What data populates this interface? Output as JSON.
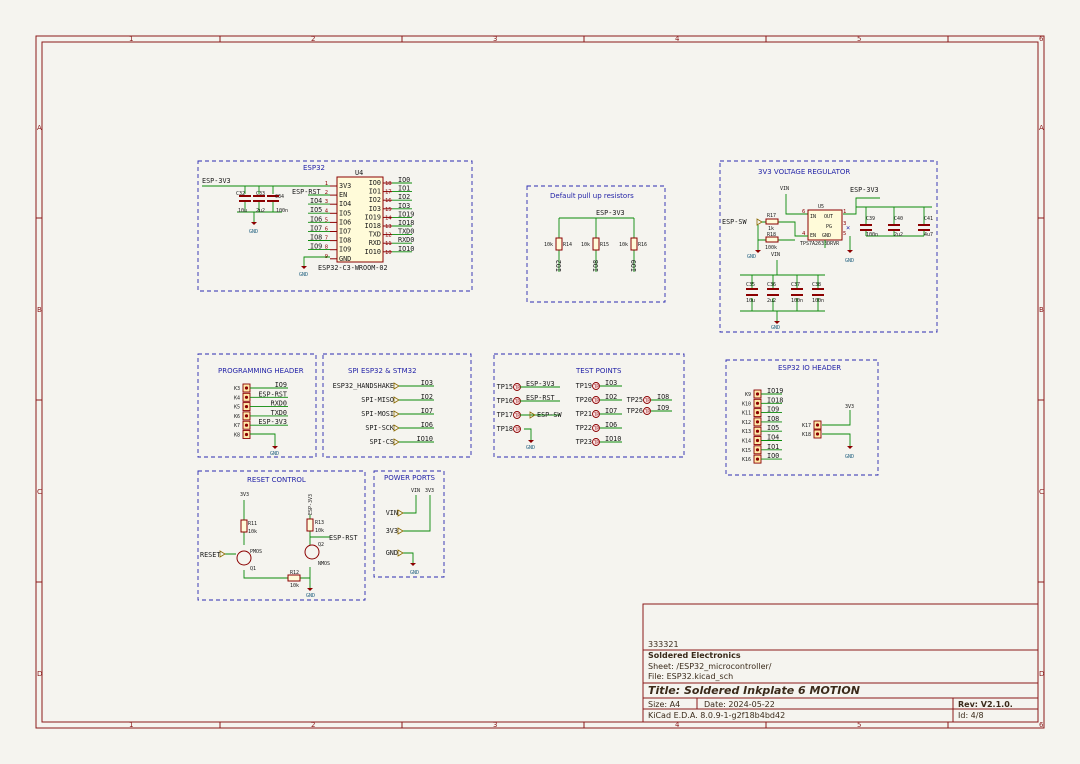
{
  "title_block": {
    "company_id": "333321",
    "company": "Soldered Electronics",
    "sheet": "Sheet: /ESP32_microcontroller/",
    "file": "File: ESP32.kicad_sch",
    "title": "Title: Soldered Inkplate 6 MOTION",
    "size": "Size: A4",
    "date": "Date: 2024-05-22",
    "rev": "Rev: V2.1.0.",
    "tool": "KiCad E.D.A. 8.0.9-1-g2f18b4bd42",
    "id": "Id: 4/8"
  },
  "grid": {
    "columns": [
      "1",
      "2",
      "3",
      "4",
      "5",
      "6"
    ],
    "rows": [
      "A",
      "B",
      "C",
      "D"
    ]
  },
  "blocks": {
    "esp32": "ESP32",
    "pullup": "Default pull up resistors",
    "regulator": "3V3 VOLTAGE REGULATOR",
    "prog": "PROGRAMMING HEADER",
    "spi": "SPI ESP32 & STM32",
    "testpoints": "TEST POINTS",
    "ioheader": "ESP32 IO HEADER",
    "reset": "RESET CONTROL",
    "power": "POWER PORTS"
  },
  "esp32": {
    "ref": "U4",
    "part": "ESP32-C3-WROOM-02",
    "supply": "ESP-3V3",
    "gnd": "GND",
    "caps": [
      {
        "ref": "C32",
        "val": "10u"
      },
      {
        "ref": "C33",
        "val": "2u2"
      },
      {
        "ref": "C34",
        "val": "100n"
      }
    ],
    "left_nets": [
      "ESP-RST",
      "IO4",
      "IO5",
      "IO6",
      "IO7",
      "IO8",
      "IO9"
    ],
    "left_pins": [
      {
        "num": "1",
        "name": "3V3"
      },
      {
        "num": "2",
        "name": "EN"
      },
      {
        "num": "3",
        "name": "IO4"
      },
      {
        "num": "4",
        "name": "IO5"
      },
      {
        "num": "5",
        "name": "IO6"
      },
      {
        "num": "6",
        "name": "IO7"
      },
      {
        "num": "7",
        "name": "IO8"
      },
      {
        "num": "8",
        "name": "IO9"
      },
      {
        "num": "9",
        "name": "GND"
      }
    ],
    "right_pins": [
      {
        "num": "18",
        "name": "IO0",
        "net": "IO0"
      },
      {
        "num": "17",
        "name": "IO1",
        "net": "IO1"
      },
      {
        "num": "16",
        "name": "IO2",
        "net": "IO2"
      },
      {
        "num": "15",
        "name": "IO3",
        "net": "IO3"
      },
      {
        "num": "14",
        "name": "IO19",
        "net": "IO19"
      },
      {
        "num": "13",
        "name": "IO18",
        "net": "IO18"
      },
      {
        "num": "12",
        "name": "TXD",
        "net": "TXD0"
      },
      {
        "num": "11",
        "name": "RXD",
        "net": "RXD0"
      },
      {
        "num": "10",
        "name": "IO10",
        "net": "IO10"
      }
    ]
  },
  "pullup": {
    "supply": "ESP-3V3",
    "resistors": [
      {
        "ref": "R14",
        "val": "10k",
        "net": "IO2"
      },
      {
        "ref": "R15",
        "val": "10k",
        "net": "IO8"
      },
      {
        "ref": "R16",
        "val": "10k",
        "net": "IO9"
      }
    ]
  },
  "regulator": {
    "vin": "VIN",
    "out": "ESP-3V3",
    "enable_net": "ESP-SW",
    "gnd": "GND",
    "ref": "U5",
    "part": "TPS7A2633DRVR",
    "pins": {
      "in": "IN",
      "out": "OUT",
      "pg": "PG",
      "en": "EN",
      "gnd": "GND"
    },
    "pin_nums": {
      "in": "6",
      "out": "1",
      "pg": "3",
      "en": "4",
      "gnd": "5"
    },
    "r17": {
      "ref": "R17",
      "val": "1k"
    },
    "r18": {
      "ref": "R18",
      "val": "100k"
    },
    "out_caps": [
      {
        "ref": "C39",
        "val": "100n"
      },
      {
        "ref": "C40",
        "val": "2u2"
      },
      {
        "ref": "C41",
        "val": "4u7"
      }
    ],
    "in_caps": [
      {
        "ref": "C35",
        "val": "10u"
      },
      {
        "ref": "C36",
        "val": "2u2"
      },
      {
        "ref": "C37",
        "val": "100n"
      },
      {
        "ref": "C38",
        "val": "100n"
      }
    ]
  },
  "prog": {
    "gnd": "GND",
    "rows": [
      {
        "pin": "K3",
        "net": "IO9"
      },
      {
        "pin": "K4",
        "net": "ESP-RST"
      },
      {
        "pin": "K5",
        "net": "RXD0"
      },
      {
        "pin": "K6",
        "net": "TXD0"
      },
      {
        "pin": "K7",
        "net": "ESP-3V3"
      },
      {
        "pin": "K8",
        "net": ""
      }
    ]
  },
  "spi": {
    "rows": [
      {
        "label": "ESP32_HANDSHAKE",
        "net": "IO3"
      },
      {
        "label": "SPI-MISO",
        "net": "IO2"
      },
      {
        "label": "SPI-MOSI",
        "net": "IO7"
      },
      {
        "label": "SPI-SCK",
        "net": "IO6"
      },
      {
        "label": "SPI-CS",
        "net": "IO10"
      }
    ]
  },
  "testpoints": {
    "gnd": "GND",
    "left": [
      {
        "ref": "TP15",
        "net": "ESP-3V3"
      },
      {
        "ref": "TP16",
        "net": "ESP-RST"
      },
      {
        "ref": "TP17",
        "net": "ESP-SW"
      },
      {
        "ref": "TP18",
        "net": ""
      }
    ],
    "mid": [
      {
        "ref": "TP19",
        "net": "IO3"
      },
      {
        "ref": "TP20",
        "net": "IO2"
      },
      {
        "ref": "TP21",
        "net": "IO7"
      },
      {
        "ref": "TP22",
        "net": "IO6"
      },
      {
        "ref": "TP23",
        "net": "IO10"
      }
    ],
    "right": [
      {
        "ref": "TP25",
        "net": "IO8"
      },
      {
        "ref": "TP26",
        "net": "IO9"
      }
    ]
  },
  "ioheader": {
    "gnd": "GND",
    "supply": "3V3",
    "rows": [
      {
        "pin": "K9",
        "net": "IO19"
      },
      {
        "pin": "K10",
        "net": "IO18"
      },
      {
        "pin": "K11",
        "net": "IO9"
      },
      {
        "pin": "K12",
        "net": "IO8"
      },
      {
        "pin": "K13",
        "net": "IO5"
      },
      {
        "pin": "K14",
        "net": "IO4"
      },
      {
        "pin": "K15",
        "net": "IO1"
      },
      {
        "pin": "K16",
        "net": "IO0"
      }
    ],
    "side": [
      {
        "pin": "K17"
      },
      {
        "pin": "K18"
      }
    ]
  },
  "reset": {
    "supply_a": "3V3",
    "supply_b": "ESP-3V3",
    "net_reset": "RESET",
    "net_esp_rst": "ESP-RST",
    "gnd": "GND",
    "r11": {
      "ref": "R11",
      "val": "10k"
    },
    "r12": {
      "ref": "R12",
      "val": "10k"
    },
    "r13": {
      "ref": "R13",
      "val": "10k"
    },
    "q1": {
      "ref": "Q1",
      "type": "PMOS"
    },
    "q2": {
      "ref": "Q2",
      "type": "NMOS"
    }
  },
  "power": {
    "vin": "VIN",
    "v3": "3V3",
    "gnd": "GND",
    "ports": [
      "VIN",
      "3V3",
      "GND"
    ]
  }
}
